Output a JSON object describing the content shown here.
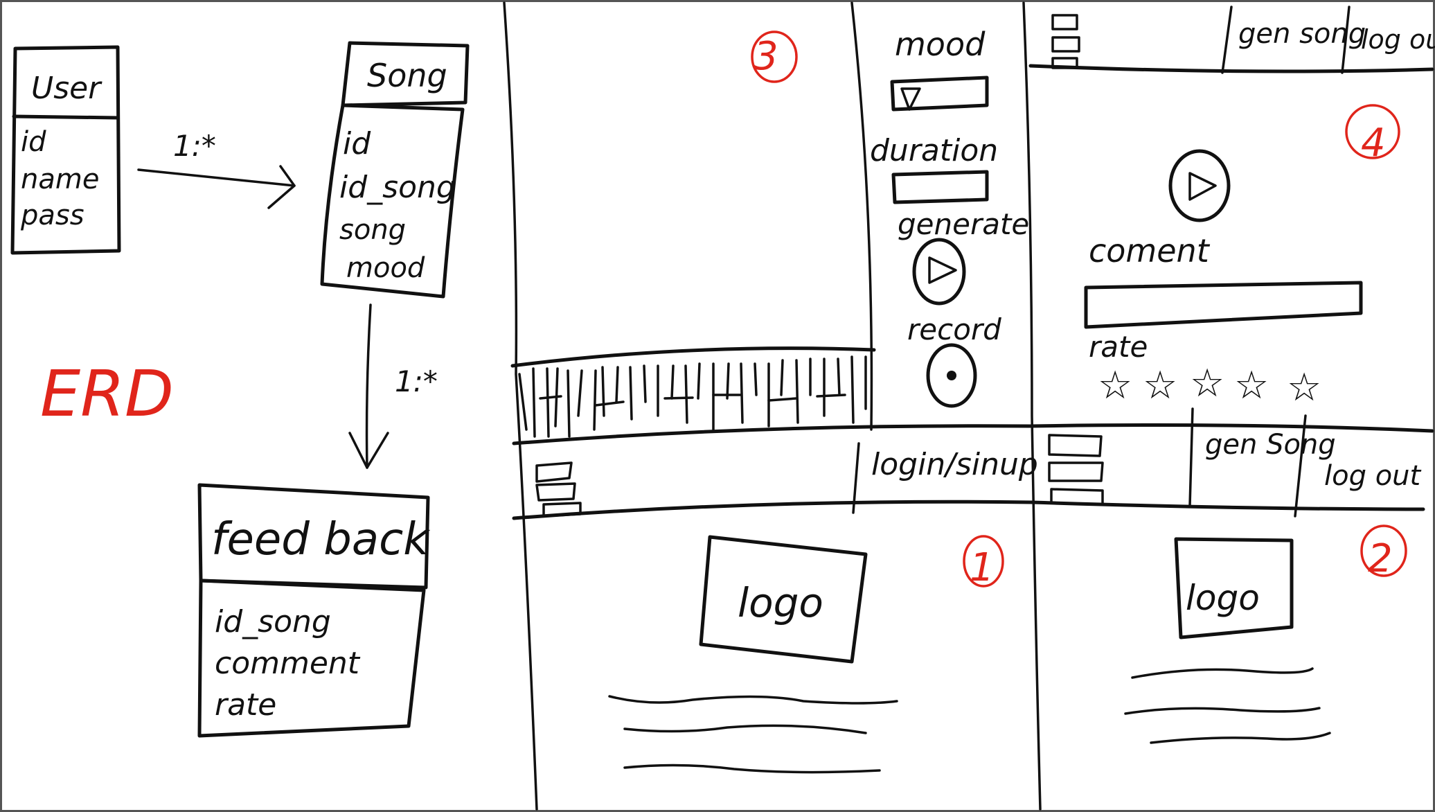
{
  "erd": {
    "label": "ERD",
    "user": {
      "title": "User",
      "fields": [
        "id",
        "name",
        "pass"
      ]
    },
    "song": {
      "title": "Song",
      "fields": [
        "id",
        "id_song",
        "song",
        "mood"
      ]
    },
    "feedback": {
      "title": "feed back",
      "fields": [
        "id_song",
        "comment",
        "rate"
      ]
    },
    "rel_user_song": "1:*",
    "rel_song_feedback": "1:*"
  },
  "screen1": {
    "number": "1",
    "nav": {
      "login_signup": "login/sinup"
    },
    "logo": "logo"
  },
  "screen2": {
    "number": "2",
    "nav": {
      "gen_song": "gen Song",
      "log_out": "log out"
    },
    "logo": "logo"
  },
  "screen3": {
    "number": "3",
    "mood_label": "mood",
    "duration_label": "duration",
    "generate_label": "generate",
    "record_label": "record"
  },
  "screen4": {
    "number": "4",
    "nav": {
      "gen_song": "gen song",
      "log_out": "log out"
    },
    "comment_label": "coment",
    "rate_label": "rate",
    "star_count": 5
  },
  "colors": {
    "ink": "#111111",
    "annotation": "#e0251b"
  }
}
